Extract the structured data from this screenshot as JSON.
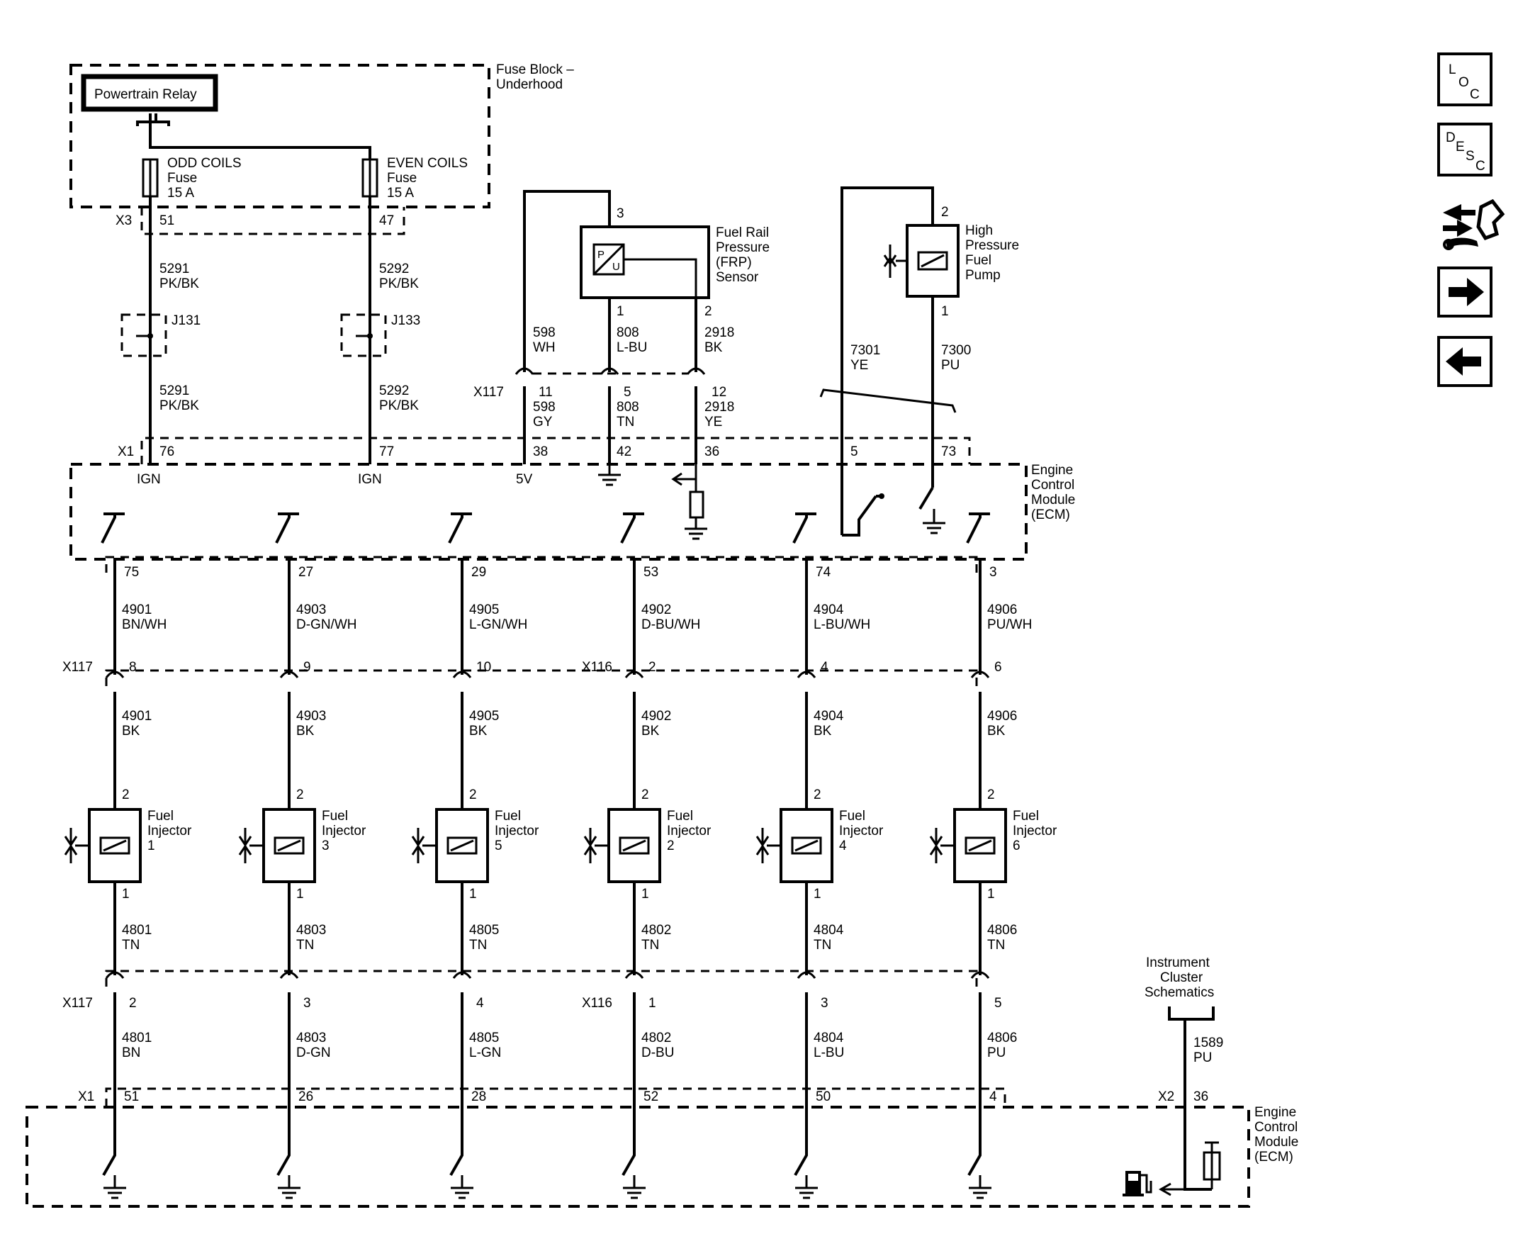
{
  "fuse_block": {
    "title_line1": "Fuse Block –",
    "title_line2": "Underhood",
    "relay_label": "Powertrain Relay",
    "odd_fuse": {
      "name": "ODD COILS",
      "type": "Fuse",
      "rating": "15 A",
      "pin": "51"
    },
    "even_fuse": {
      "name": "EVEN COILS",
      "type": "Fuse",
      "rating": "15 A",
      "pin": "47"
    },
    "connector": "X3"
  },
  "coil_circuits": [
    {
      "circuit": "5291",
      "color": "PK/BK",
      "splice": "J131",
      "pin": "76",
      "label": "IGN"
    },
    {
      "circuit": "5292",
      "color": "PK/BK",
      "splice": "J133",
      "pin": "77",
      "label": "IGN"
    }
  ],
  "frp_sensor": {
    "name_line1": "Fuel Rail",
    "name_line2": "Pressure",
    "name_line3": "(FRP)",
    "name_line4": "Sensor",
    "glyph_p": "P",
    "glyph_u": "U",
    "pins": [
      {
        "sensor_pin": "3",
        "circuit": "598",
        "color": "WH",
        "x117_pin": "11",
        "harness_circuit": "598",
        "harness_color": "GY",
        "x1_pin": "38",
        "ecm_label": "5V"
      },
      {
        "sensor_pin": "1",
        "circuit": "808",
        "color": "L-BU",
        "x117_pin": "5",
        "harness_circuit": "808",
        "harness_color": "TN",
        "x1_pin": "42",
        "ecm_label": ""
      },
      {
        "sensor_pin": "2",
        "circuit": "2918",
        "color": "BK",
        "x117_pin": "12",
        "harness_circuit": "2918",
        "harness_color": "YE",
        "x1_pin": "36",
        "ecm_label": ""
      }
    ]
  },
  "hp_fuel_pump": {
    "name_line1": "High",
    "name_line2": "Pressure",
    "name_line3": "Fuel",
    "name_line4": "Pump",
    "pin_top": "2",
    "pin_bottom": "1",
    "left_circuit": "7301",
    "left_color": "YE",
    "left_pin": "5",
    "right_circuit": "7300",
    "right_color": "PU",
    "right_pin": "73"
  },
  "connectors": {
    "x117": "X117",
    "x116": "X116",
    "x1": "X1",
    "x2": "X2"
  },
  "ecm": {
    "line1": "Engine",
    "line2": "Control",
    "line3": "Module",
    "line4": "(ECM)"
  },
  "injectors": [
    {
      "x1_top_pin": "75",
      "circuit_top": "4901",
      "color_top": "BN/WH",
      "conn_top": "X117",
      "conn_top_pin": "8",
      "circuit_mid": "4901",
      "color_mid": "BK",
      "pin_top": "2",
      "name": "Fuel",
      "name2": "Injector",
      "number": "1",
      "pin_bottom": "1",
      "circuit_low": "4801",
      "color_low": "TN",
      "conn_bottom": "X117",
      "conn_bottom_pin": "2",
      "circuit_bottom": "4801",
      "color_bottom": "BN",
      "x1_bottom_pin": "51"
    },
    {
      "x1_top_pin": "27",
      "circuit_top": "4903",
      "color_top": "D-GN/WH",
      "conn_top": "",
      "conn_top_pin": "9",
      "circuit_mid": "4903",
      "color_mid": "BK",
      "pin_top": "2",
      "name": "Fuel",
      "name2": "Injector",
      "number": "3",
      "pin_bottom": "1",
      "circuit_low": "4803",
      "color_low": "TN",
      "conn_bottom": "",
      "conn_bottom_pin": "3",
      "circuit_bottom": "4803",
      "color_bottom": "D-GN",
      "x1_bottom_pin": "26"
    },
    {
      "x1_top_pin": "29",
      "circuit_top": "4905",
      "color_top": "L-GN/WH",
      "conn_top": "",
      "conn_top_pin": "10",
      "circuit_mid": "4905",
      "color_mid": "BK",
      "pin_top": "2",
      "name": "Fuel",
      "name2": "Injector",
      "number": "5",
      "pin_bottom": "1",
      "circuit_low": "4805",
      "color_low": "TN",
      "conn_bottom": "",
      "conn_bottom_pin": "4",
      "circuit_bottom": "4805",
      "color_bottom": "L-GN",
      "x1_bottom_pin": "28"
    },
    {
      "x1_top_pin": "53",
      "circuit_top": "4902",
      "color_top": "D-BU/WH",
      "conn_top": "X116",
      "conn_top_pin": "2",
      "circuit_mid": "4902",
      "color_mid": "BK",
      "pin_top": "2",
      "name": "Fuel",
      "name2": "Injector",
      "number": "2",
      "pin_bottom": "1",
      "circuit_low": "4802",
      "color_low": "TN",
      "conn_bottom": "X116",
      "conn_bottom_pin": "1",
      "circuit_bottom": "4802",
      "color_bottom": "D-BU",
      "x1_bottom_pin": "52"
    },
    {
      "x1_top_pin": "74",
      "circuit_top": "4904",
      "color_top": "L-BU/WH",
      "conn_top": "",
      "conn_top_pin": "4",
      "circuit_mid": "4904",
      "color_mid": "BK",
      "pin_top": "2",
      "name": "Fuel",
      "name2": "Injector",
      "number": "4",
      "pin_bottom": "1",
      "circuit_low": "4804",
      "color_low": "TN",
      "conn_bottom": "",
      "conn_bottom_pin": "3",
      "circuit_bottom": "4804",
      "color_bottom": "L-BU",
      "x1_bottom_pin": "50"
    },
    {
      "x1_top_pin": "3",
      "circuit_top": "4906",
      "color_top": "PU/WH",
      "conn_top": "",
      "conn_top_pin": "6",
      "circuit_mid": "4906",
      "color_mid": "BK",
      "pin_top": "2",
      "name": "Fuel",
      "name2": "Injector",
      "number": "6",
      "pin_bottom": "1",
      "circuit_low": "4806",
      "color_low": "TN",
      "conn_bottom": "",
      "conn_bottom_pin": "5",
      "circuit_bottom": "4806",
      "color_bottom": "PU",
      "x1_bottom_pin": "4"
    }
  ],
  "instrument_cluster": {
    "line1": "Instrument",
    "line2": "Cluster",
    "line3": "Schematics",
    "circuit": "1589",
    "color": "PU",
    "pin": "36"
  },
  "nav": {
    "loc": {
      "l": "L",
      "o": "O",
      "c": "C"
    },
    "desc": {
      "d": "D",
      "e": "E",
      "s": "S",
      "c": "C"
    },
    "icons": [
      "loc-icon",
      "desc-icon",
      "connector-tool-icon",
      "arrow-right-icon",
      "arrow-left-icon"
    ]
  }
}
